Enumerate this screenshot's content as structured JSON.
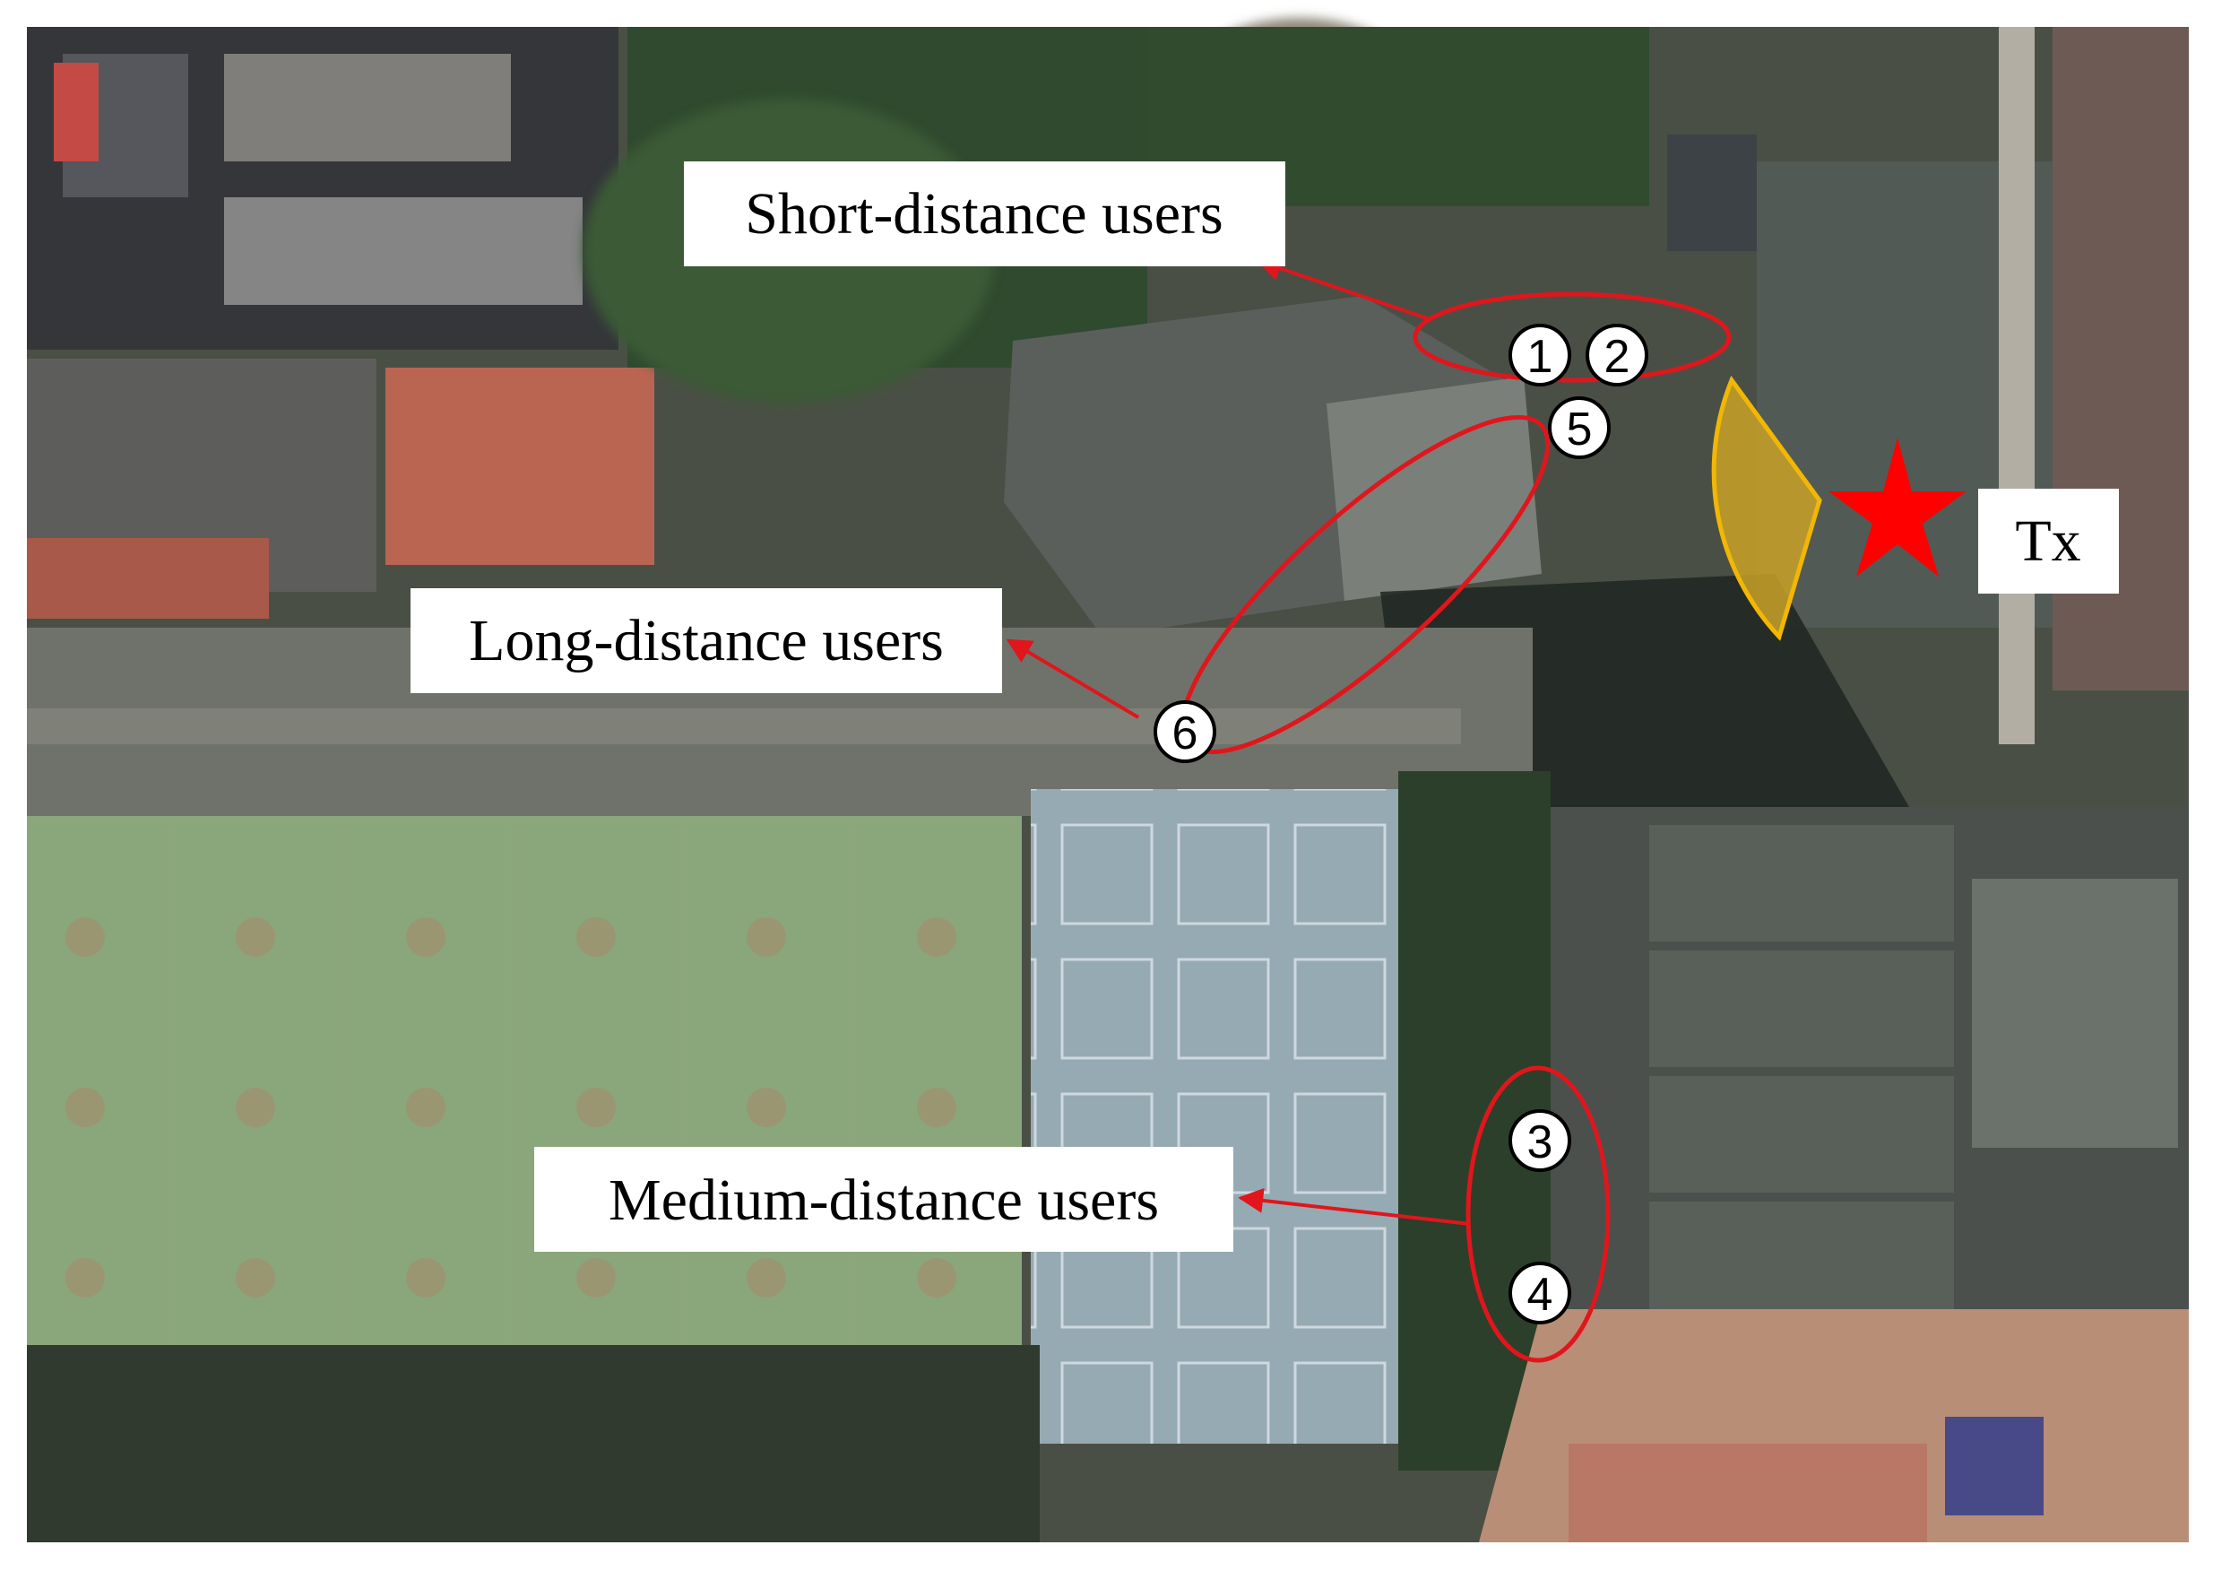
{
  "colors": {
    "annotation_red": "#e0161c",
    "sector_fill": "#c9a227",
    "sector_stroke": "#f2b705",
    "label_bg": "#ffffff",
    "text": "#000000"
  },
  "labels": {
    "short": "Short-distance users",
    "long": "Long-distance users",
    "medium": "Medium-distance users",
    "tx": "Tx"
  },
  "groups": [
    {
      "name": "short",
      "users": [
        "1",
        "2"
      ]
    },
    {
      "name": "long",
      "users": [
        "5",
        "6"
      ]
    },
    {
      "name": "medium",
      "users": [
        "3",
        "4"
      ]
    }
  ],
  "users": {
    "u1": "1",
    "u2": "2",
    "u3": "3",
    "u4": "4",
    "u5": "5",
    "u6": "6"
  },
  "icons": {
    "transmitter": "star-icon",
    "beam": "beam-sector-icon"
  }
}
